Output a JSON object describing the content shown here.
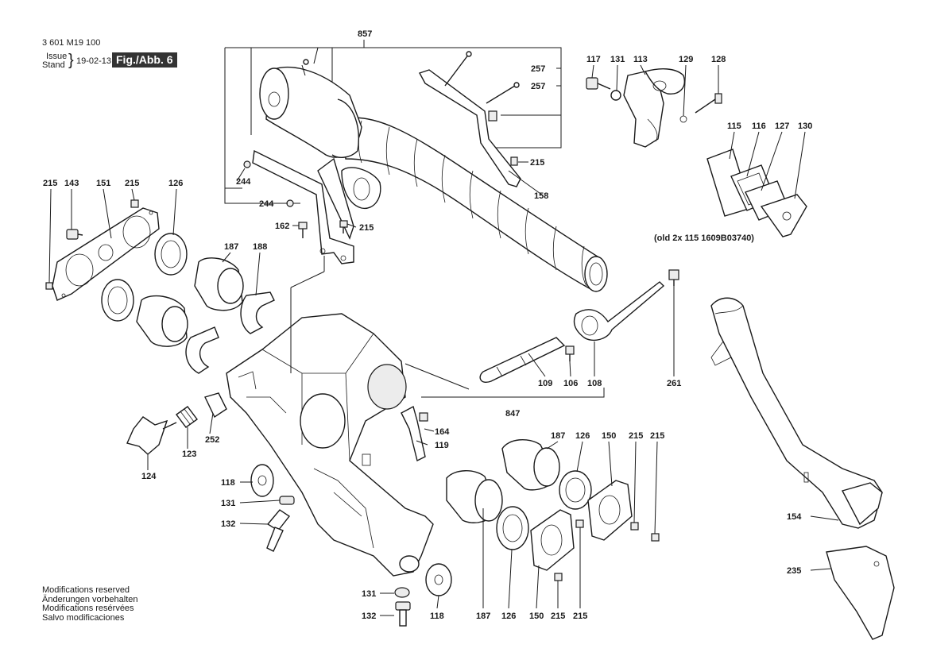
{
  "header": {
    "part_number": "3 601 M19 100",
    "issue_label": "Issue",
    "stand_label": "Stand",
    "date": "19-02-13",
    "figure": "Fig./Abb. 6"
  },
  "notes": [
    "Modifications reserved",
    "Änderungen vorbehalten",
    "Modifications resérvées",
    "Salvo modificaciones"
  ],
  "callouts": {
    "c857": "857",
    "c257a": "257",
    "c257b": "257",
    "c215_hose": "215",
    "c244a": "244",
    "c244b": "244",
    "c162": "162",
    "c215_mid": "215",
    "c158": "158",
    "c117": "117",
    "c131_top": "131",
    "c113": "113",
    "c129": "129",
    "c128": "128",
    "c115": "115",
    "c116": "116",
    "c127": "127",
    "c130": "130",
    "old_note": "(old 2x 115 1609B03740)",
    "c215_left1": "215",
    "c143": "143",
    "c151": "151",
    "c215_left2": "215",
    "c126_top": "126",
    "c187_top": "187",
    "c188": "188",
    "c109": "109",
    "c106": "106",
    "c108": "108",
    "c261": "261",
    "c847": "847",
    "c164": "164",
    "c119": "119",
    "c252": "252",
    "c123": "123",
    "c124": "124",
    "c118_left": "118",
    "c131_left": "131",
    "c132_left": "132",
    "c187_r": "187",
    "c126_r": "126",
    "c150_r": "150",
    "c215_r1": "215",
    "c215_r2": "215",
    "c154": "154",
    "c235": "235",
    "c131_bot": "131",
    "c132_bot": "132",
    "c118_bot": "118",
    "c187_bot": "187",
    "c126_bot": "126",
    "c150_bot": "150",
    "c215_bot1": "215",
    "c215_bot2": "215"
  }
}
